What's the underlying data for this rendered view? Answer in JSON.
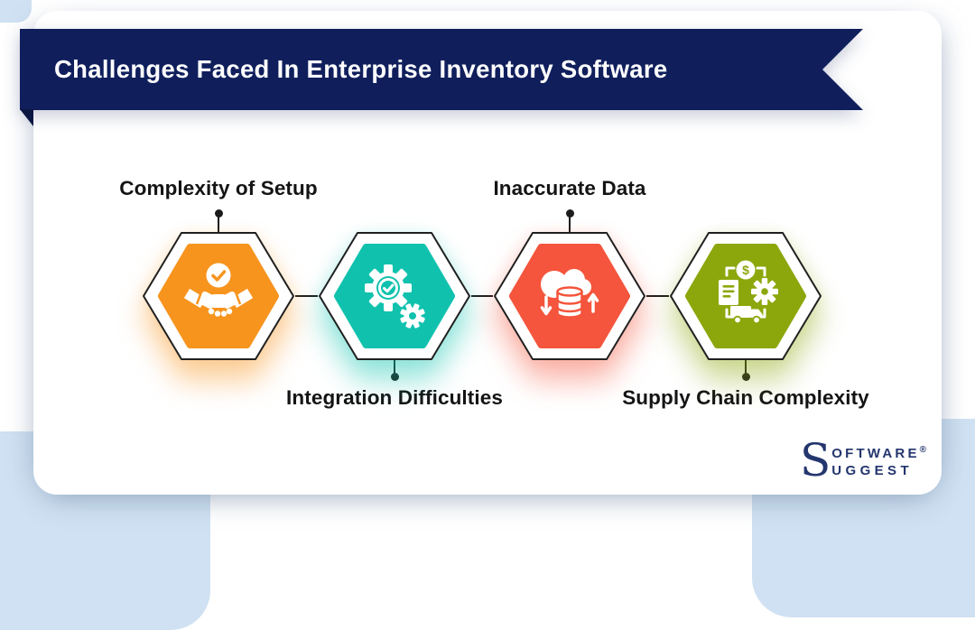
{
  "title": {
    "text": "Challenges Faced In Enterprise Inventory Software"
  },
  "nodes": [
    {
      "label": "Complexity of Setup",
      "color": "#f7941e",
      "icon": "handshake-check-icon",
      "label_position": "top"
    },
    {
      "label": "Integration Difficulties",
      "color": "#10c2ae",
      "icon": "gears-check-icon",
      "label_position": "bottom"
    },
    {
      "label": "Inaccurate Data",
      "color": "#f4553c",
      "icon": "cloud-database-sync-icon",
      "label_position": "top"
    },
    {
      "label": "Supply Chain Complexity",
      "color": "#8ca70c",
      "icon": "supply-chain-cycle-icon",
      "label_position": "bottom"
    }
  ],
  "logo": {
    "initial": "S",
    "line1": "OFTWARE",
    "line2": "UGGEST",
    "reg": "®"
  },
  "colors": {
    "banner": "#101f5c",
    "banner_fold": "#0a1743",
    "background_accent": "#cfe1f2",
    "card": "#ffffff",
    "connector": "#1c1c1c",
    "label_text": "#141414",
    "logo_navy": "#24366e",
    "hex_outline": "#202020"
  }
}
